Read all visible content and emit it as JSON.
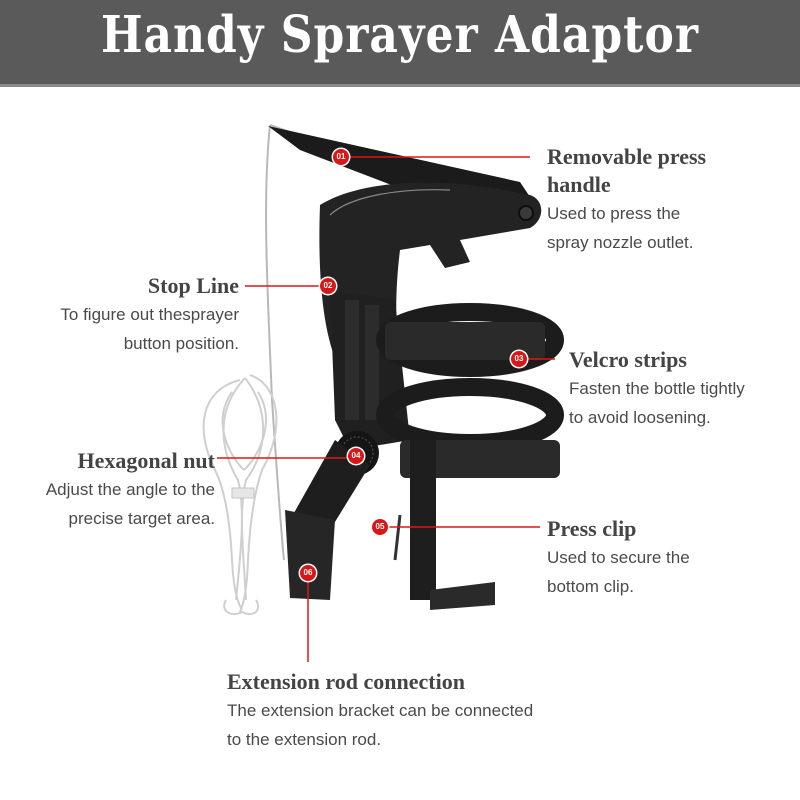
{
  "banner": {
    "title": "Handy Sprayer Adaptor"
  },
  "colors": {
    "banner_bg": "#5a5a5a",
    "accent_red": "#d81818",
    "text": "#4a4a4a",
    "product": "#1e1e1e"
  },
  "callouts": [
    {
      "number": "01",
      "title": "Removable press handle",
      "title_line1": "Removable press",
      "title_line2": "handle",
      "desc_line1": "Used to press the",
      "desc_line2": "spray nozzle outlet."
    },
    {
      "number": "02",
      "title": "Stop Line",
      "desc_line1": "To figure out thesprayer",
      "desc_line2": "button position."
    },
    {
      "number": "03",
      "title": "Velcro strips",
      "desc_line1": "Fasten the bottle tightly",
      "desc_line2": "to avoid loosening."
    },
    {
      "number": "04",
      "title": "Hexagonal nut",
      "desc_line1": "Adjust the angle to the",
      "desc_line2": "precise target area."
    },
    {
      "number": "05",
      "title": "Press clip",
      "desc_line1": "Used to secure the",
      "desc_line2": "bottom clip."
    },
    {
      "number": "06",
      "title": "Extension rod connection",
      "desc_line1": "The extension bracket can be connected",
      "desc_line2": "to the extension rod."
    }
  ]
}
